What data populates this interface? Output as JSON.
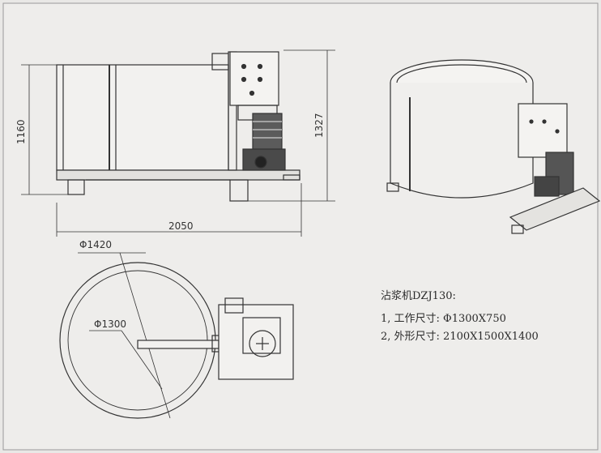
{
  "dimensions": {
    "height_body": "1160",
    "height_total": "1327",
    "length_total": "2050",
    "diameter_outer": "Φ1420",
    "diameter_inner": "Φ1300"
  },
  "specs": {
    "title": "沾浆机DZJ130:",
    "line1": "1, 工作尺寸: Φ1300X750",
    "line2": "2, 外形尺寸: 2100X1500X1400"
  }
}
